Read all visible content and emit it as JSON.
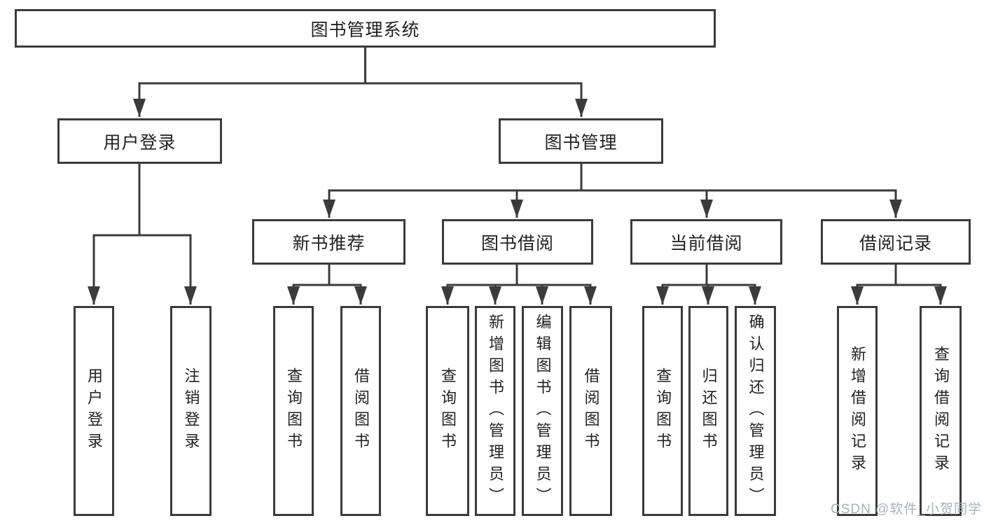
{
  "diagram": {
    "root": {
      "label": "图书管理系统"
    },
    "branches": [
      {
        "label": "用户登录",
        "children": [
          {
            "label": "用户登录"
          },
          {
            "label": "注销登录"
          }
        ]
      },
      {
        "label": "图书管理",
        "children": [
          {
            "label": "新书推荐",
            "children": [
              {
                "label": "查询图书"
              },
              {
                "label": "借阅图书"
              }
            ]
          },
          {
            "label": "图书借阅",
            "children": [
              {
                "label": "查询图书"
              },
              {
                "label": "新增图书（管理员）"
              },
              {
                "label": "编辑图书（管理员）"
              },
              {
                "label": "借阅图书"
              }
            ]
          },
          {
            "label": "当前借阅",
            "children": [
              {
                "label": "查询图书"
              },
              {
                "label": "归还图书"
              },
              {
                "label": "确认归还（管理员）"
              }
            ]
          },
          {
            "label": "借阅记录",
            "children": [
              {
                "label": "新增借阅记录"
              },
              {
                "label": "查询借阅记录"
              }
            ]
          }
        ]
      }
    ],
    "watermark": "CSDN @软件_小贺同学",
    "colors": {
      "line": "#3b3b3b",
      "text": "#222222",
      "bg": "#ffffff",
      "watermark": "#aab0ba"
    }
  }
}
